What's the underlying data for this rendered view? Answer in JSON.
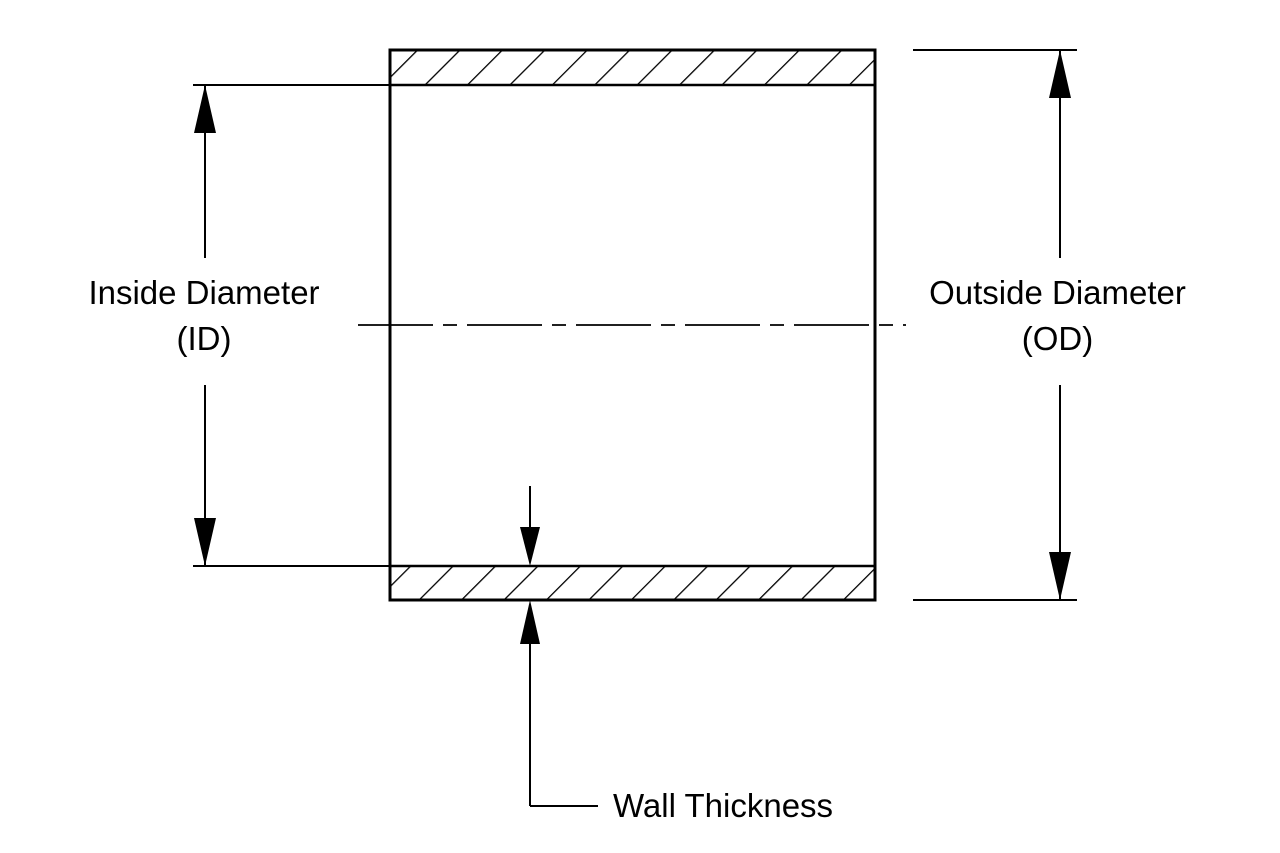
{
  "diagram": {
    "labels": {
      "inside_diameter": {
        "line1": "Inside Diameter",
        "line2": "(ID)"
      },
      "outside_diameter": {
        "line1": "Outside Diameter",
        "line2": "(OD)"
      },
      "wall_thickness": "Wall Thickness"
    },
    "colors": {
      "line": "#000000",
      "background": "#ffffff"
    }
  }
}
